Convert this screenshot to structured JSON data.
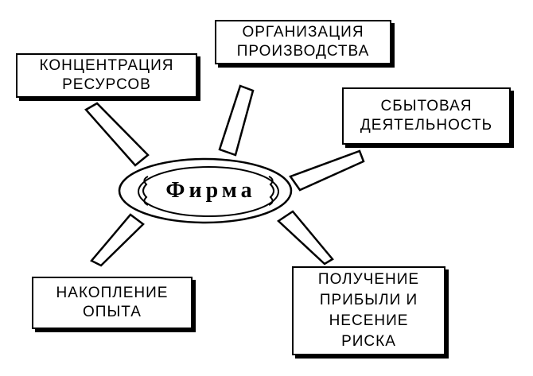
{
  "center": {
    "label": "Фирма"
  },
  "functions": [
    {
      "id": "resources",
      "lines": [
        "КОНЦЕНТРАЦИЯ",
        "РЕСУРСОВ"
      ]
    },
    {
      "id": "production",
      "lines": [
        "ОРГАНИЗАЦИЯ",
        "ПРОИЗВОДСТВА"
      ]
    },
    {
      "id": "sales",
      "lines": [
        "СБЫТОВАЯ",
        "ДЕЯТЕЛЬНОСТЬ"
      ]
    },
    {
      "id": "experience",
      "lines": [
        "НАКОПЛЕНИЕ",
        "ОПЫТА"
      ]
    },
    {
      "id": "profit",
      "lines": [
        "ПОЛУЧЕНИЕ",
        "ПРИБЫЛИ И",
        "НЕСЕНИЕ",
        "РИСКА"
      ]
    }
  ],
  "colors": {
    "stroke": "#000000",
    "fill": "#ffffff"
  }
}
